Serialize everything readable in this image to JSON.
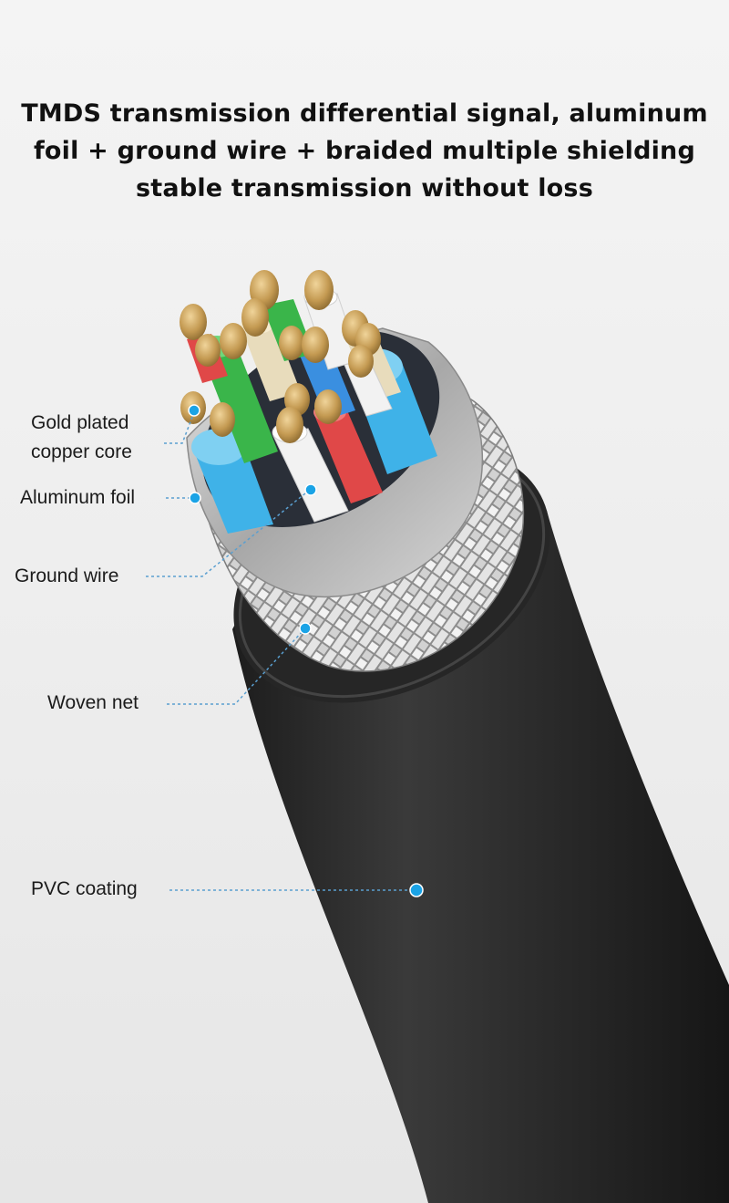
{
  "headline": {
    "line1": "TMDS transmission differential signal, aluminum",
    "line2": "foil + ground wire + braided multiple shielding",
    "line3": "stable transmission without loss"
  },
  "callouts": {
    "core_line1": "Gold plated",
    "core_line2": "copper core",
    "foil": "Aluminum foil",
    "ground": "Ground wire",
    "woven": "Woven net",
    "pvc": "PVC coating"
  },
  "colors": {
    "callout_dot": "#1aa3e6",
    "leader_line": "#5a9fd0",
    "pvc_jacket": "#2e2e2e",
    "braid": "#c9c9c9",
    "foil": "#bdbdbd",
    "copper": "#c9a35e",
    "wire_blue": "#3fb2e8",
    "wire_red": "#e04848",
    "wire_green": "#3ab54a",
    "wire_white": "#f2f2f2",
    "wire_cream": "#e8dcbc"
  }
}
